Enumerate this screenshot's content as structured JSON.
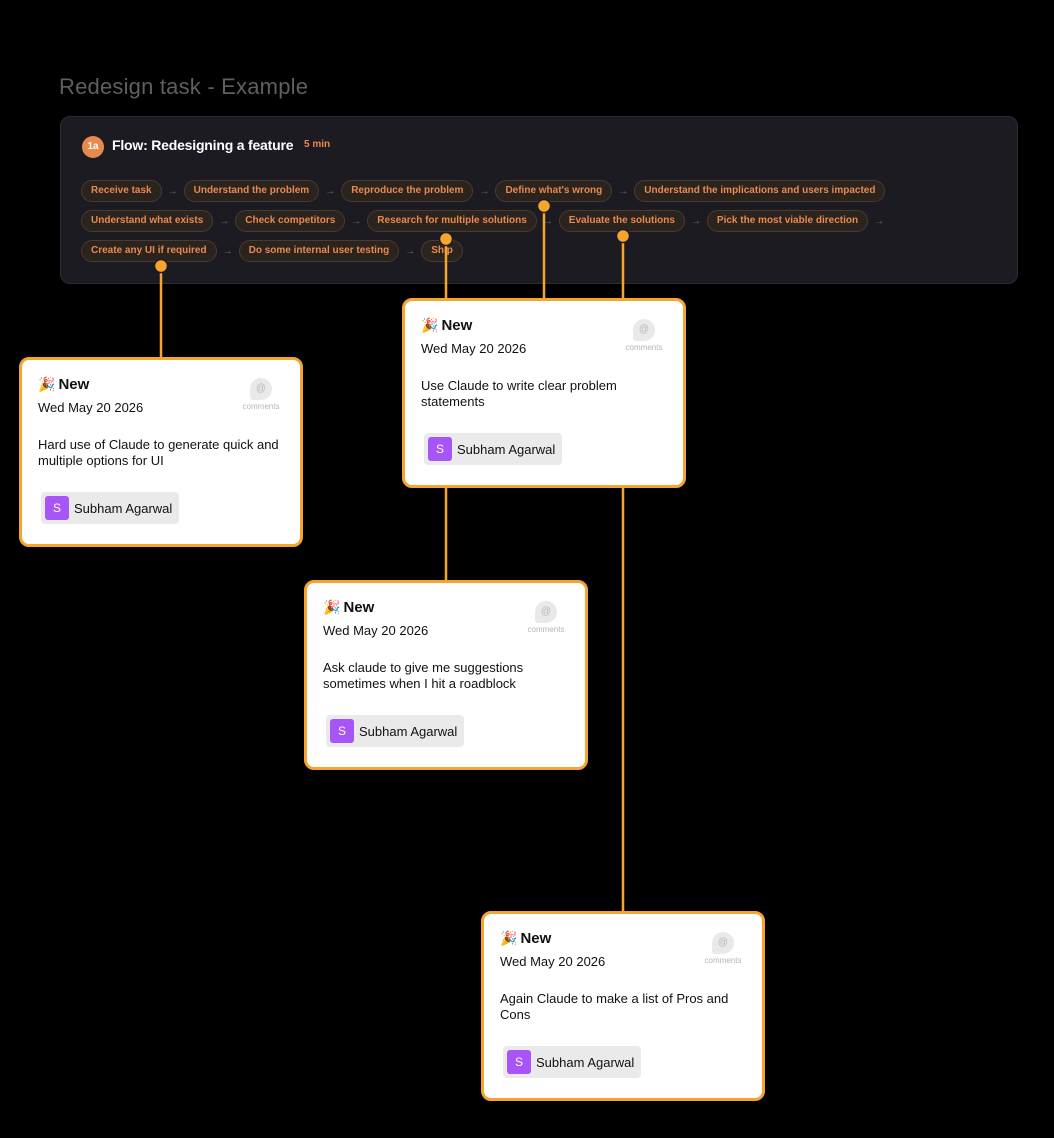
{
  "board": {
    "title": "Redesign task - Example"
  },
  "flow": {
    "badge": "1a",
    "title": "Flow: Redesigning a feature",
    "duration": "5 min",
    "arrow": "→",
    "rows": [
      [
        "Receive task",
        "Understand the problem",
        "Reproduce the problem",
        "Define what's wrong",
        "Understand the implications and users impacted"
      ],
      [
        "Understand what exists",
        "Check competitors",
        "Research for multiple solutions",
        "Evaluate the solutions",
        "Pick the most viable direction"
      ],
      [
        "Create any UI if required",
        "Do some internal user testing",
        "Ship"
      ]
    ]
  },
  "colors": {
    "accent": "#f5a42e",
    "chip_text": "#e8894d",
    "avatar": "#a855f7",
    "panel_bg": "#1d1b22"
  },
  "cards": [
    {
      "emoji": "🎉",
      "status": "New",
      "date": "Wed May 20 2026",
      "comments_label": "comments",
      "comments_icon": "at-icon",
      "body": "Hard use of Claude to generate quick and multiple options for UI",
      "avatar_initial": "S",
      "assignee": "Subham Agarwal",
      "linked_step": "Create any UI if required"
    },
    {
      "emoji": "🎉",
      "status": "New",
      "date": "Wed May 20 2026",
      "comments_label": "comments",
      "comments_icon": "at-icon",
      "body": "Use Claude to write clear problem statements",
      "avatar_initial": "S",
      "assignee": "Subham Agarwal",
      "linked_step": "Define what's wrong"
    },
    {
      "emoji": "🎉",
      "status": "New",
      "date": "Wed May 20 2026",
      "comments_label": "comments",
      "comments_icon": "at-icon",
      "body": "Ask claude to give me suggestions sometimes when I hit a roadblock",
      "avatar_initial": "S",
      "assignee": "Subham Agarwal",
      "linked_step": "Research for multiple solutions"
    },
    {
      "emoji": "🎉",
      "status": "New",
      "date": "Wed May 20 2026",
      "comments_label": "comments",
      "comments_icon": "at-icon",
      "body": "Again Claude to make a list of Pros and Cons",
      "avatar_initial": "S",
      "assignee": "Subham Agarwal",
      "linked_step": "Evaluate the solutions"
    }
  ]
}
